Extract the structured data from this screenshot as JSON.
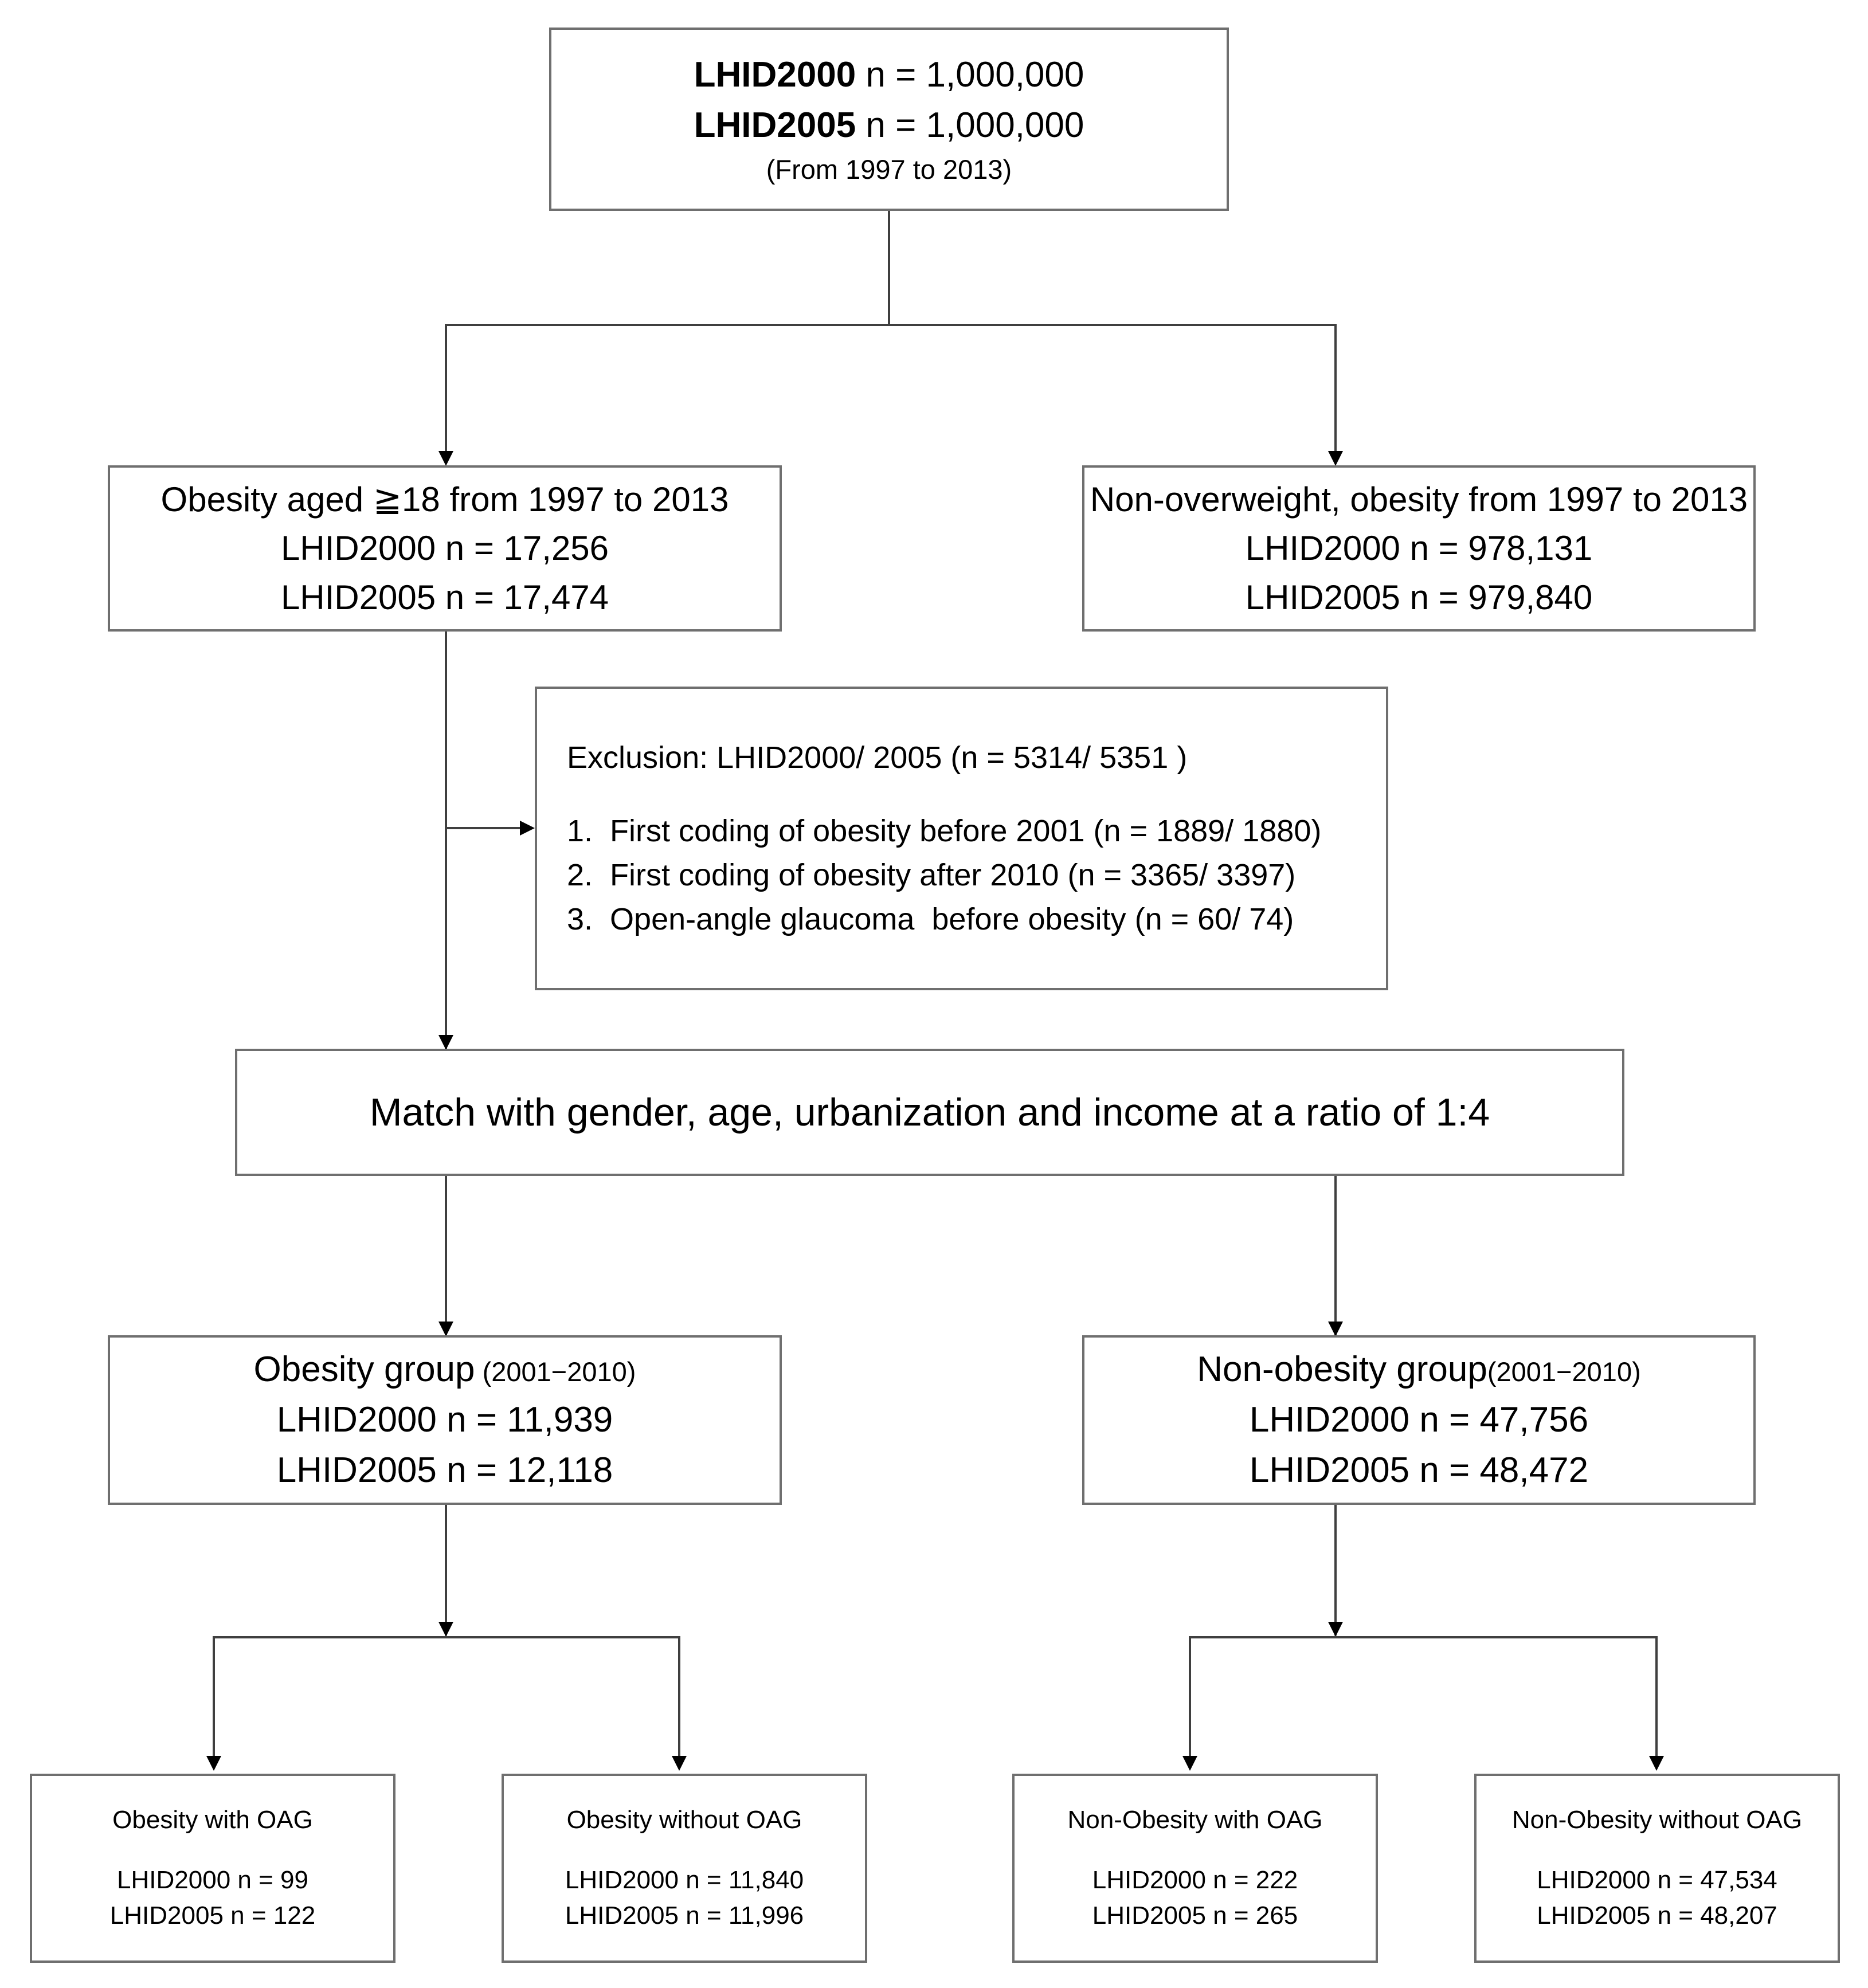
{
  "diagram": {
    "title": "Study population flow diagram",
    "line_color": "#3f3f3f",
    "box_border_color": "#6f6f6f",
    "background": "#ffffff"
  },
  "root": {
    "line1_label": "LHID2000",
    "line1_value": " n = 1,000,000",
    "line2_label": "LHID2005",
    "line2_value": " n = 1,000,000",
    "note": "(From 1997 to 2013)"
  },
  "level2": {
    "left": {
      "title": "Obesity aged ≧18 from 1997 to 2013",
      "line1": "LHID2000 n = 17,256",
      "line2": "LHID2005 n = 17,474"
    },
    "right": {
      "title": "Non-overweight, obesity from 1997 to 2013",
      "line1": "LHID2000 n = 978,131",
      "line2": "LHID2005 n = 979,840"
    }
  },
  "exclusion": {
    "heading": "Exclusion: LHID2000/ 2005 (n = 5314/ 5351 )",
    "items": [
      "1.  First coding of obesity before 2001 (n = 1889/ 1880)",
      "2.  First coding of obesity after 2010 (n = 3365/ 3397)",
      "3.  Open-angle glaucoma  before obesity (n = 60/ 74)"
    ]
  },
  "match": {
    "text": "Match with gender, age, urbanization and income at a ratio of 1:4"
  },
  "groups": {
    "left": {
      "title": "Obesity group",
      "title_paren": " (2001−2010)",
      "line1": "LHID2000 n = 11,939",
      "line2": "LHID2005 n = 12,118"
    },
    "right": {
      "title": "Non-obesity group",
      "title_paren": "(2001−2010)",
      "line1": "LHID2000 n = 47,756",
      "line2": "LHID2005 n = 48,472"
    }
  },
  "outcomes": [
    {
      "title": "Obesity with OAG",
      "line1": "LHID2000 n = 99",
      "line2": "LHID2005 n = 122"
    },
    {
      "title": "Obesity without OAG",
      "line1": "LHID2000 n = 11,840",
      "line2": "LHID2005 n = 11,996"
    },
    {
      "title": "Non-Obesity with OAG",
      "line1": "LHID2000 n = 222",
      "line2": "LHID2005 n = 265"
    },
    {
      "title": "Non-Obesity without OAG",
      "line1": "LHID2000 n = 47,534",
      "line2": "LHID2005 n = 48,207"
    }
  ]
}
